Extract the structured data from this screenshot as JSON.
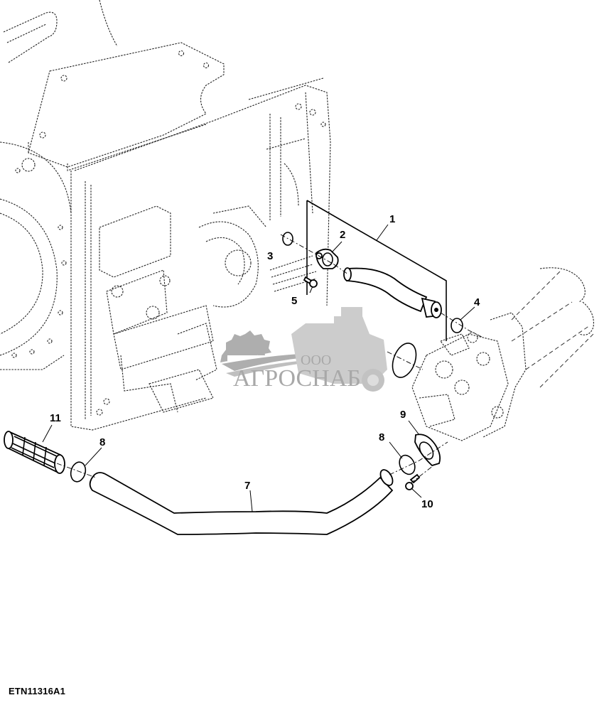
{
  "diagram": {
    "type": "exploded-parts-view",
    "callouts": [
      {
        "id": "1",
        "label": "1"
      },
      {
        "id": "2",
        "label": "2"
      },
      {
        "id": "3",
        "label": "3"
      },
      {
        "id": "4",
        "label": "4"
      },
      {
        "id": "5",
        "label": "5"
      },
      {
        "id": "7",
        "label": "7"
      },
      {
        "id": "8a",
        "label": "8"
      },
      {
        "id": "8b",
        "label": "8"
      },
      {
        "id": "9",
        "label": "9"
      },
      {
        "id": "10",
        "label": "10"
      },
      {
        "id": "11",
        "label": "11"
      }
    ],
    "reference_code": "ETN11316A1"
  },
  "watermark": {
    "prefix": "ООО",
    "brand": "АГРОСНАБ",
    "color": "#9a9a9a"
  }
}
